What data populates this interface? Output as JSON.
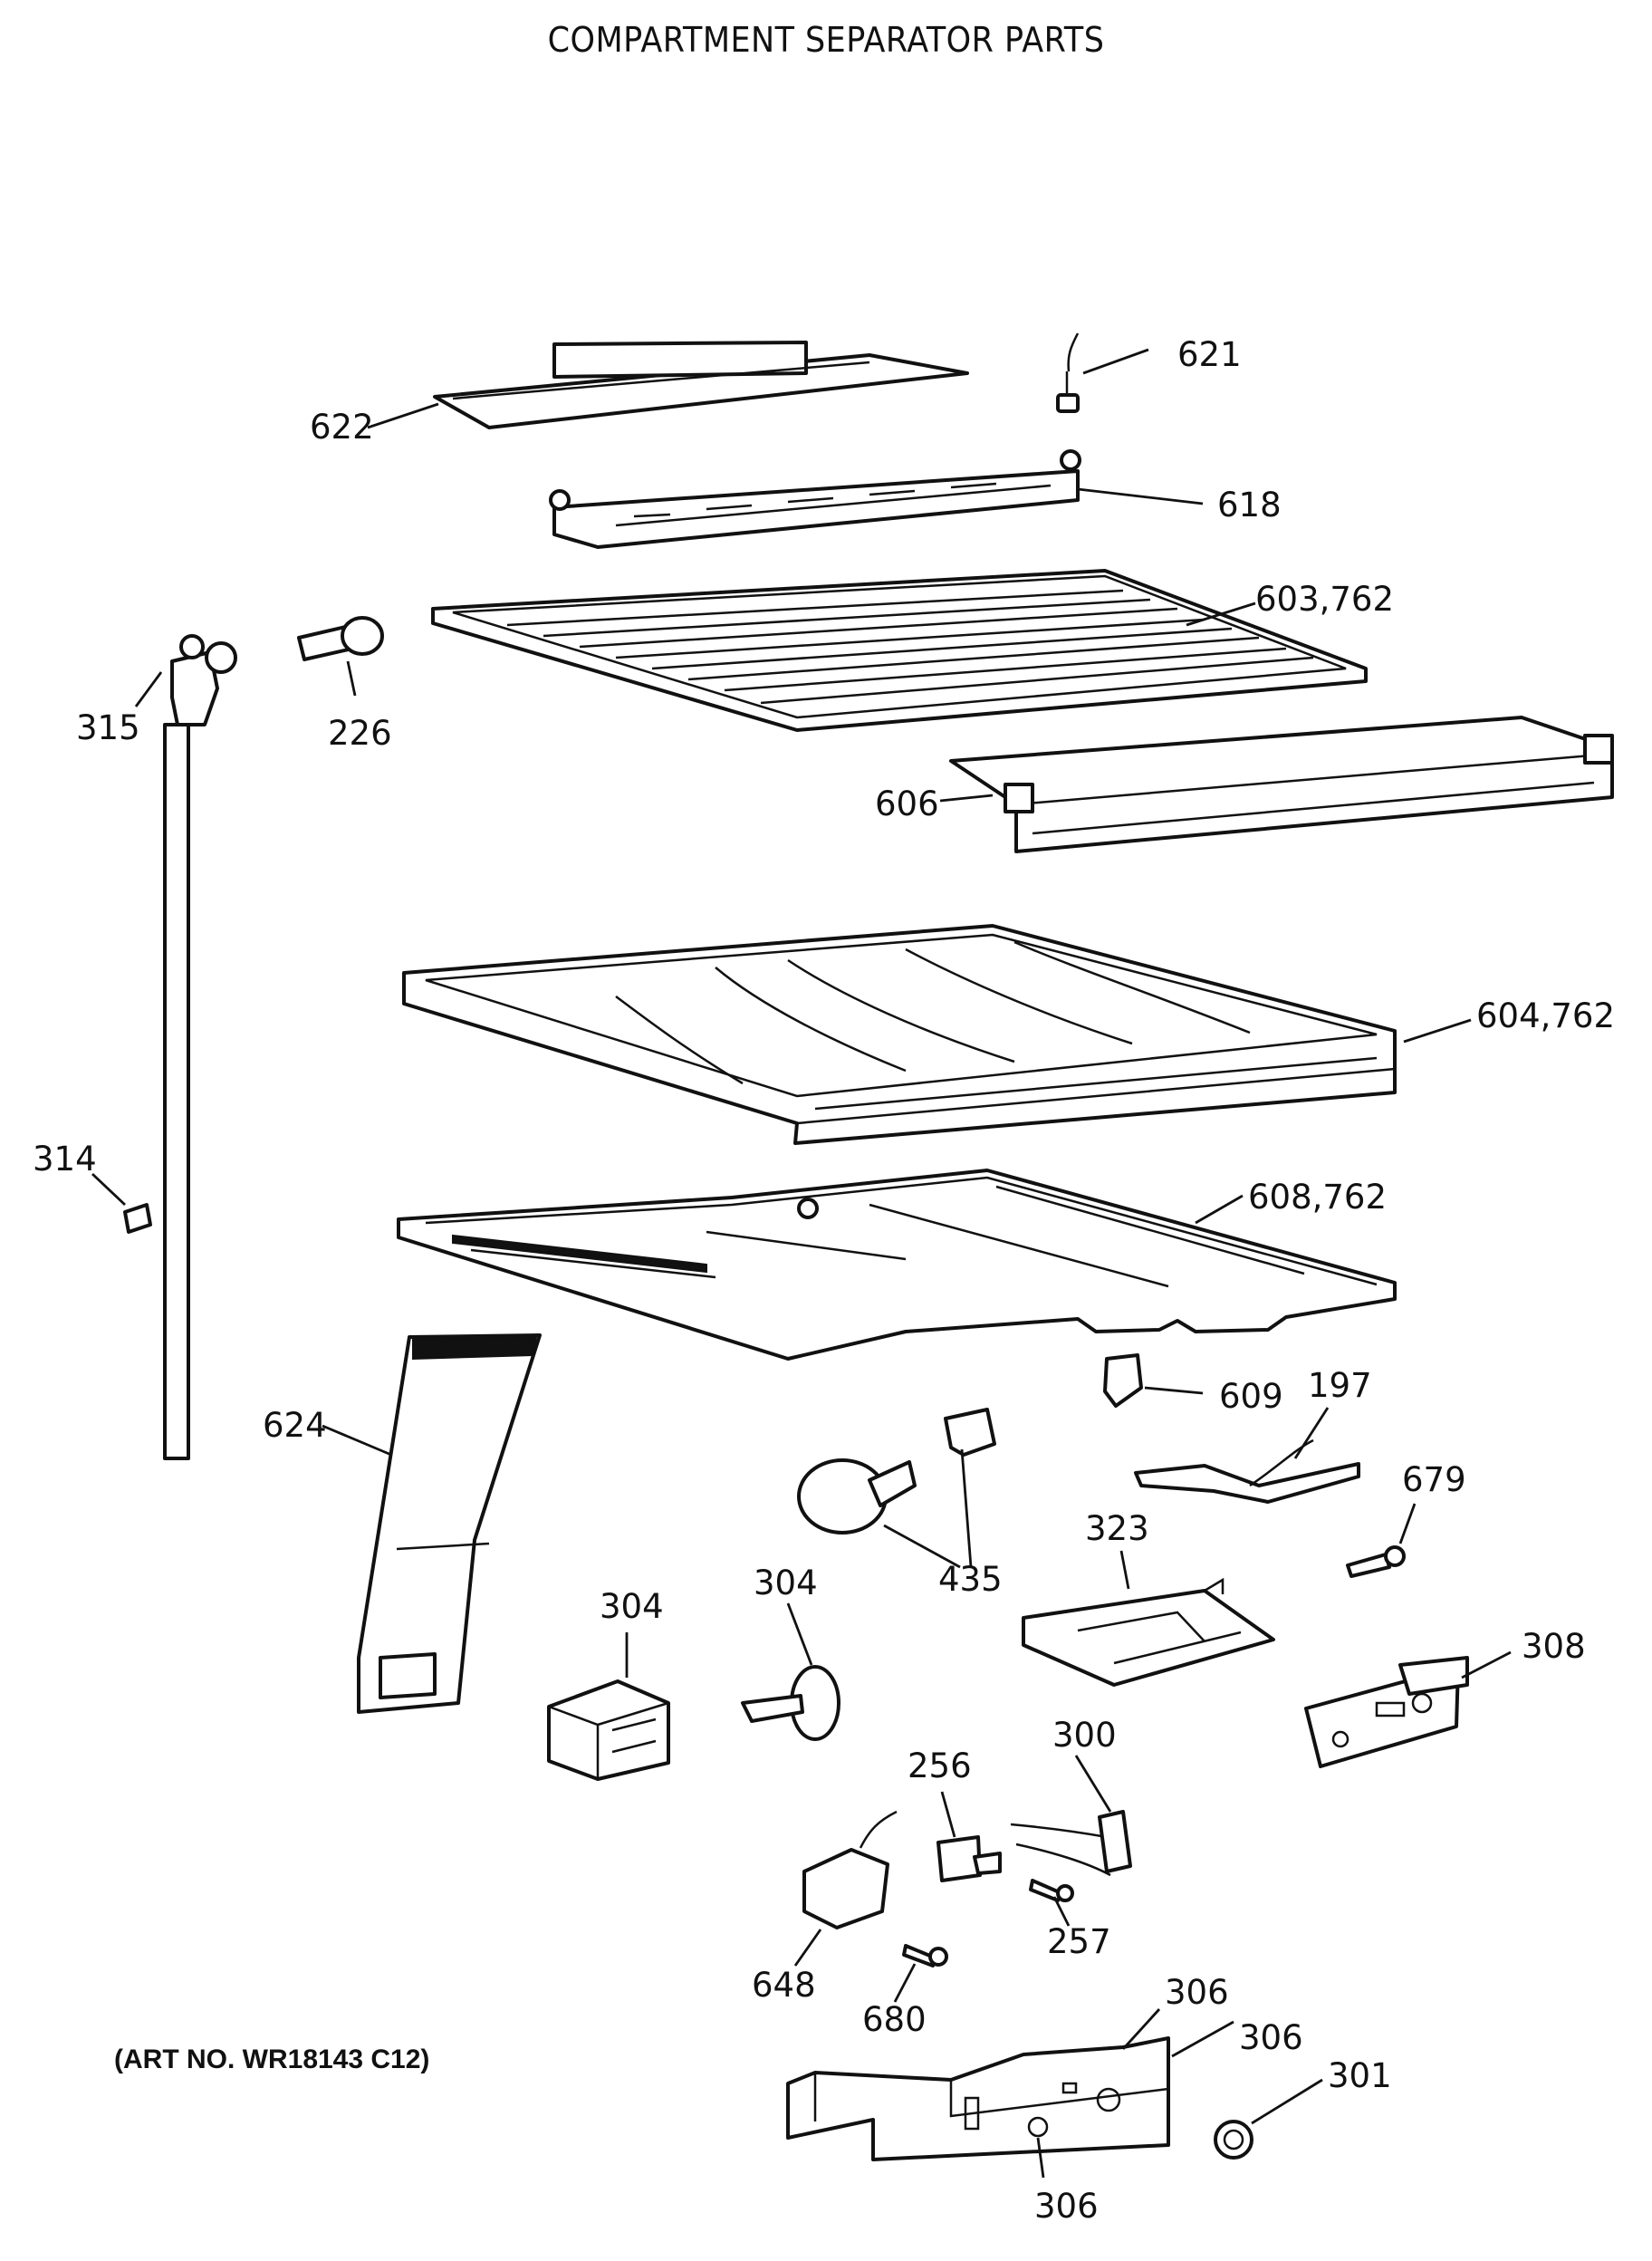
{
  "title": "COMPARTMENT SEPARATOR PARTS",
  "art_number": "(ART NO. WR18143 C12)",
  "callouts": {
    "c621": "621",
    "c622": "622",
    "c618": "618",
    "c603_762": "603,762",
    "c315": "315",
    "c226": "226",
    "c606": "606",
    "c604_762": "604,762",
    "c314": "314",
    "c608_762": "608,762",
    "c624": "624",
    "c609": "609",
    "c197": "197",
    "c679": "679",
    "c323": "323",
    "c435": "435",
    "c304a": "304",
    "c304b": "304",
    "c308": "308",
    "c256": "256",
    "c300": "300",
    "c257": "257",
    "c648": "648",
    "c680": "680",
    "c306a": "306",
    "c306b": "306",
    "c306c": "306",
    "c301": "301"
  }
}
